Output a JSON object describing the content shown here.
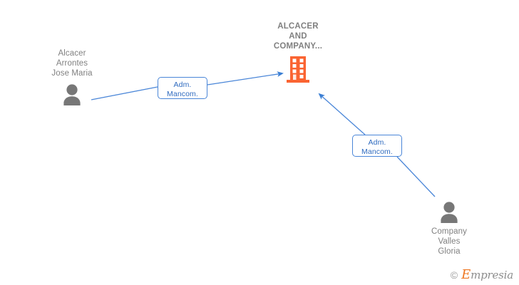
{
  "diagram": {
    "title": "Company relationship chart",
    "background_color": "#ffffff",
    "line_color": "#4a86d8",
    "company_color": "#fa6432",
    "person_color": "#808080",
    "text_color": "#808080",
    "nodes": [
      {
        "id": "company",
        "kind": "company",
        "icon": "building-icon",
        "label": "ALCACER\nAND\nCOMPANY...",
        "label_position": "above"
      },
      {
        "id": "person-1",
        "kind": "person",
        "icon": "person-icon",
        "label": "Alcacer\nArrontes\nJose Maria",
        "label_position": "above"
      },
      {
        "id": "person-2",
        "kind": "person",
        "icon": "person-icon",
        "label": "Company\nValles\nGloria",
        "label_position": "below"
      }
    ],
    "edges": [
      {
        "id": "edge-1",
        "from": "person-1",
        "to": "company",
        "label": "Adm.\nMancom.",
        "arrow": "to-company"
      },
      {
        "id": "edge-2",
        "from": "person-2",
        "to": "company",
        "label": "Adm.\nMancom.",
        "arrow": "to-company"
      }
    ]
  },
  "watermark": {
    "copyright": "©",
    "brand_initial": "E",
    "brand_rest": "mpresia"
  }
}
